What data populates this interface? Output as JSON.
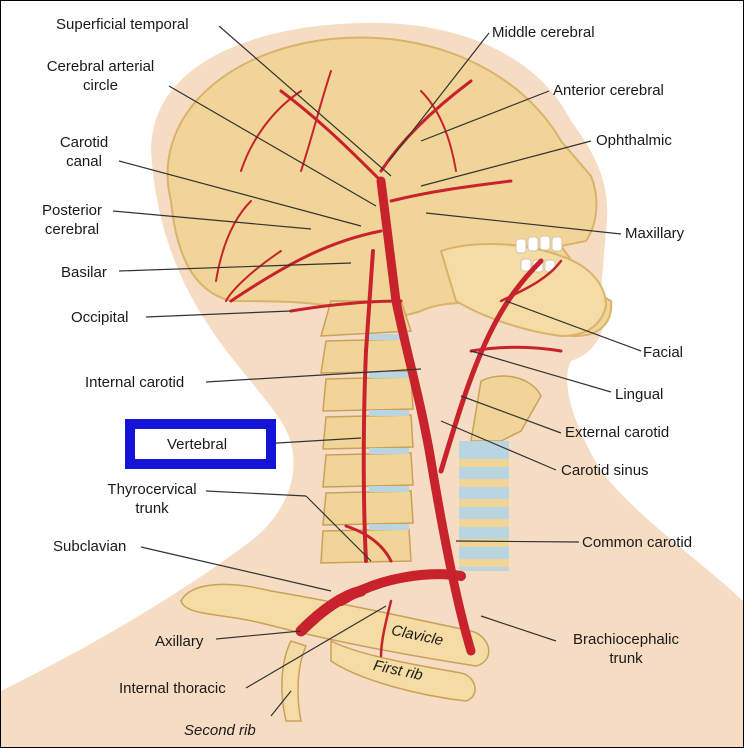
{
  "diagram": {
    "colors": {
      "skin": "#f7dcc4",
      "bone": "#f1d497",
      "artery": "#c8232c",
      "cartilage": "#b9d5df",
      "highlight": "#1414d8"
    },
    "labels": {
      "superficial_temporal": "Superficial temporal",
      "cerebral_arterial_circle": "Cerebral arterial\ncircle",
      "carotid_canal": "Carotid\ncanal",
      "posterior_cerebral": "Posterior\ncerebral",
      "basilar": "Basilar",
      "occipital": "Occipital",
      "internal_carotid": "Internal carotid",
      "vertebral": "Vertebral",
      "thyrocervical_trunk": "Thyrocervical\ntrunk",
      "subclavian": "Subclavian",
      "axillary": "Axillary",
      "internal_thoracic": "Internal thoracic",
      "second_rib": "Second rib",
      "middle_cerebral": "Middle cerebral",
      "anterior_cerebral": "Anterior cerebral",
      "ophthalmic": "Ophthalmic",
      "maxillary": "Maxillary",
      "facial": "Facial",
      "lingual": "Lingual",
      "external_carotid": "External carotid",
      "carotid_sinus": "Carotid sinus",
      "common_carotid": "Common carotid",
      "brachiocephalic_trunk": "Brachiocephalic\ntrunk",
      "clavicle": "Clavicle",
      "first_rib": "First rib"
    }
  }
}
